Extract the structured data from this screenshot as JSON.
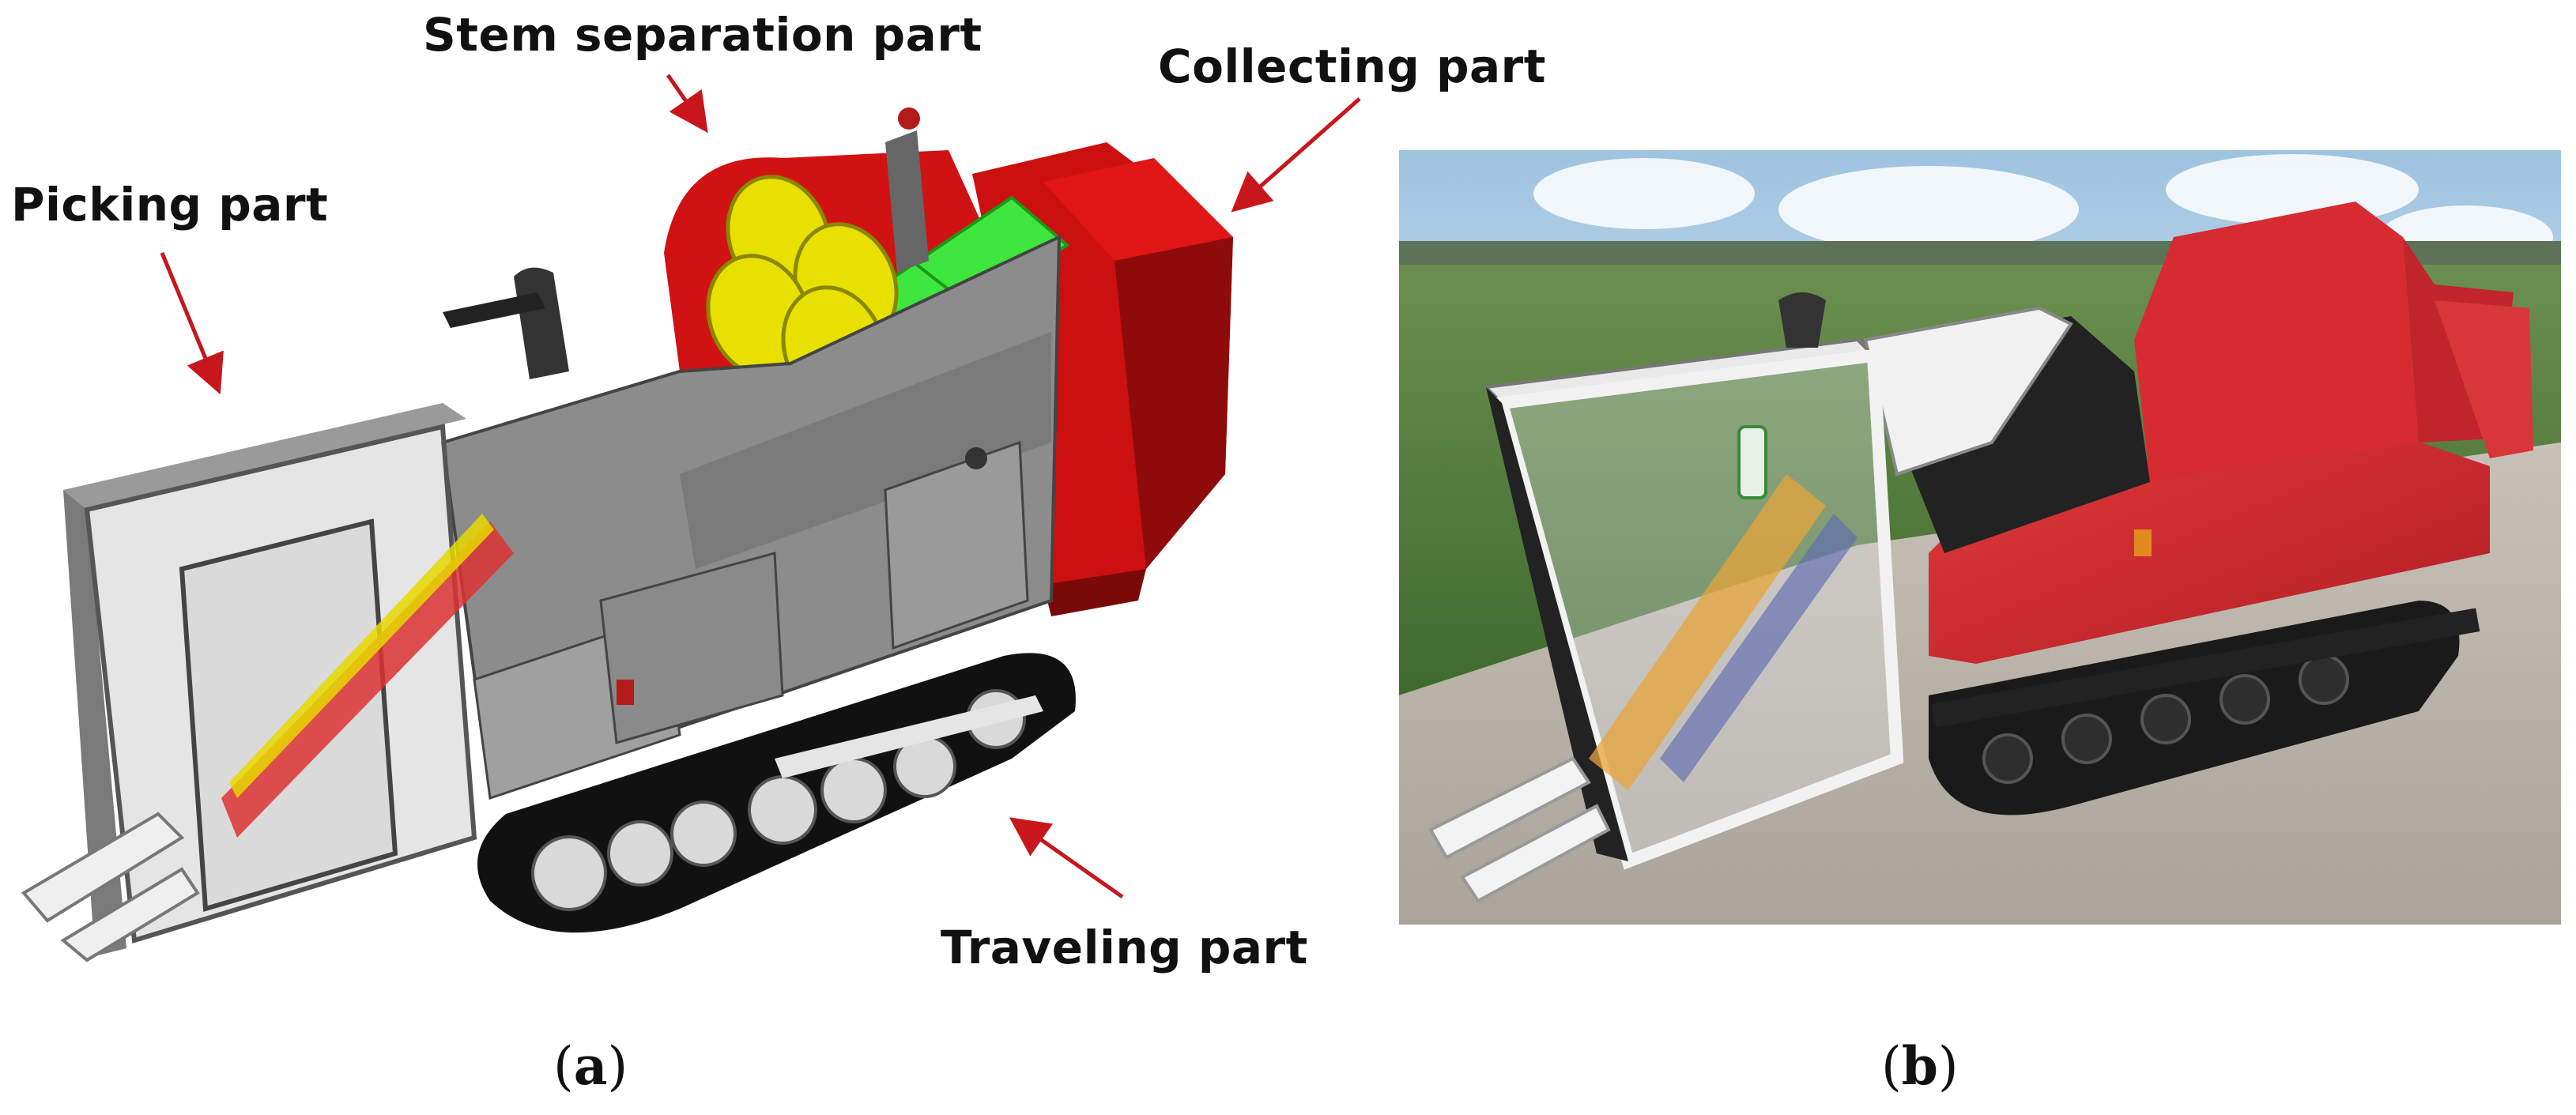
{
  "figure": {
    "labels": {
      "stem_separation": "Stem separation part",
      "collecting": "Collecting part",
      "picking": "Picking part",
      "traveling": "Traveling part"
    },
    "captions": {
      "a": "a",
      "b": "b"
    },
    "colors": {
      "arrow": "#c8161d",
      "machine_red": "#d6262b",
      "dark_red": "#b51a1a",
      "green_conveyor": "#33e033",
      "yellow_roller": "#e8e000",
      "grey_body": "#8e8e8e",
      "track_black": "#111111",
      "sky": "#cfe0ee",
      "field_green": "#4f7a3a",
      "road": "#b9b3aa"
    }
  }
}
